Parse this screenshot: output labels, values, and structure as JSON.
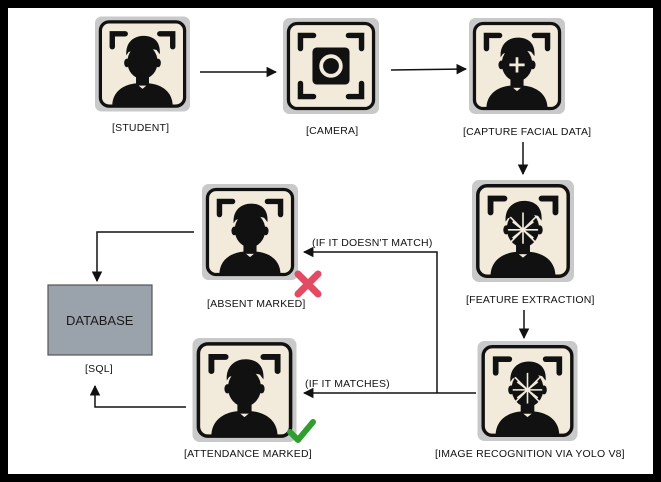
{
  "nodes": {
    "student": "[STUDENT]",
    "camera": "[CAMERA]",
    "capture": "[CAPTURE FACIAL DATA]",
    "feature": "[FEATURE EXTRACTION]",
    "recognition": "[IMAGE RECOGNITION VIA YOLO V8]",
    "absent": "[ABSENT MARKED]",
    "attendance": "[ATTENDANCE MARKED]",
    "database": "DATABASE",
    "sql": "[SQL]"
  },
  "edges": {
    "no_match": "(IF IT DOESN'T MATCH)",
    "match": "(IF IT MATCHES)"
  },
  "icons": {
    "student": "person-in-viewfinder-icon",
    "camera": "camera-shutter-icon",
    "capture": "face-capture-crosshair-icon",
    "feature": "face-mesh-icon",
    "recognition": "face-recognition-mesh-icon",
    "absent": "person-in-viewfinder-icon",
    "attendance": "person-in-viewfinder-icon",
    "cross": "red-cross-icon",
    "check": "green-check-icon"
  },
  "colors": {
    "border": "#000000",
    "card": "#c8c8c8",
    "card_inner": "#f1ead9",
    "database_fill": "#9aa3ab",
    "cross": "#e34a63",
    "check": "#2f9e2f"
  }
}
